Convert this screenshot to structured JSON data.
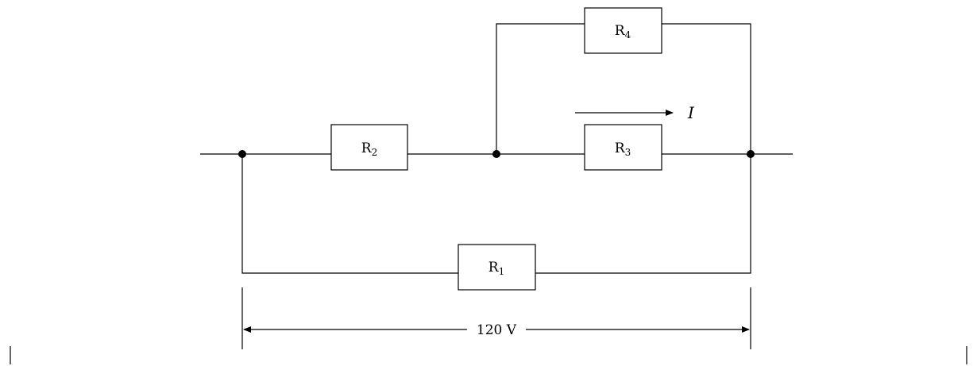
{
  "resistors": {
    "r1": {
      "base": "R",
      "sub": "1"
    },
    "r2": {
      "base": "R",
      "sub": "2"
    },
    "r3": {
      "base": "R",
      "sub": "3"
    },
    "r4": {
      "base": "R",
      "sub": "4"
    }
  },
  "current_label": "I",
  "voltage_label": "120 V"
}
